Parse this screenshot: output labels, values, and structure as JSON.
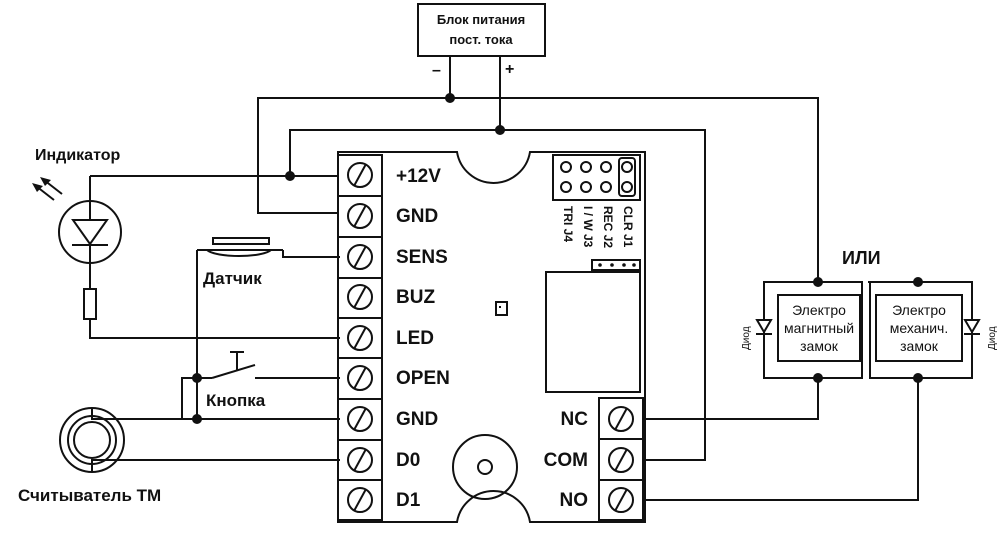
{
  "power_supply": {
    "line1": "Блок питания",
    "line2": "пост. тока",
    "minus": "–",
    "plus": "+"
  },
  "terminals_left": [
    "+12V",
    "GND",
    "SENS",
    "BUZ",
    "LED",
    "OPEN",
    "GND",
    "D0",
    "D1"
  ],
  "terminals_right": [
    "NC",
    "COM",
    "NO"
  ],
  "jumpers": [
    "CLR J1",
    "REC J2",
    "I / W J3",
    "TRI J4"
  ],
  "labels": {
    "indicator": "Индикатор",
    "sensor": "Датчик",
    "button": "Кнопка",
    "reader": "Считыватель ТМ",
    "or": "ИЛИ",
    "diode": "Диод"
  },
  "lock_magnetic": {
    "line1": "Электро",
    "line2": "магнитный",
    "line3": "замок"
  },
  "lock_mechanical": {
    "line1": "Электро",
    "line2": "механич.",
    "line3": "замок"
  }
}
